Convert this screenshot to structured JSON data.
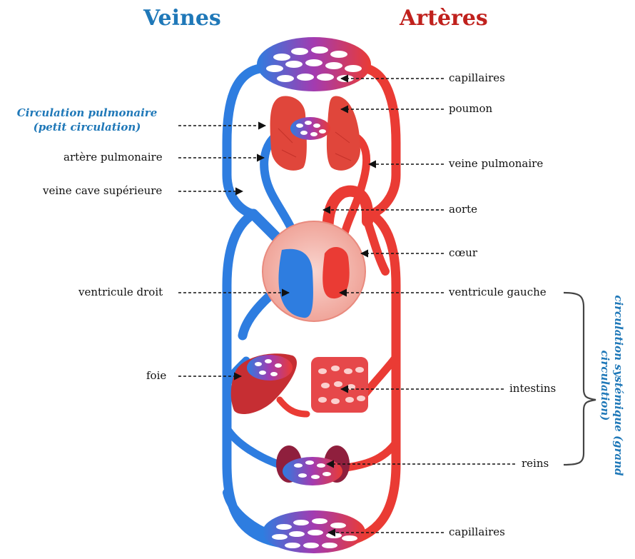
{
  "headers": {
    "veins": "Veines",
    "arteries": "Artères"
  },
  "colors": {
    "vein": "#2e7de0",
    "artery": "#ea3b34",
    "label_blue": "#1f78b8",
    "title_red": "#c0211d"
  },
  "labels": {
    "circ_pulm_line1": "Circulation pulmonaire",
    "circ_pulm_line2": "(petit circulation)",
    "artere_pulmonaire": "artère pulmonaire",
    "veine_cave": "veine cave supérieure",
    "ventricule_droit": "ventricule droit",
    "foie": "foie",
    "capillaires_top": "capillaires",
    "poumon": "poumon",
    "veine_pulmonaire": "veine pulmonaire",
    "aorte": "aorte",
    "coeur": "cœur",
    "ventricule_gauche": "ventricule gauche",
    "intestins": "intestins",
    "reins": "reins",
    "capillaires_bottom": "capillaires",
    "circ_systemique_line1": "circulation systémique (grand",
    "circ_systemique_line2": "circulation)"
  }
}
